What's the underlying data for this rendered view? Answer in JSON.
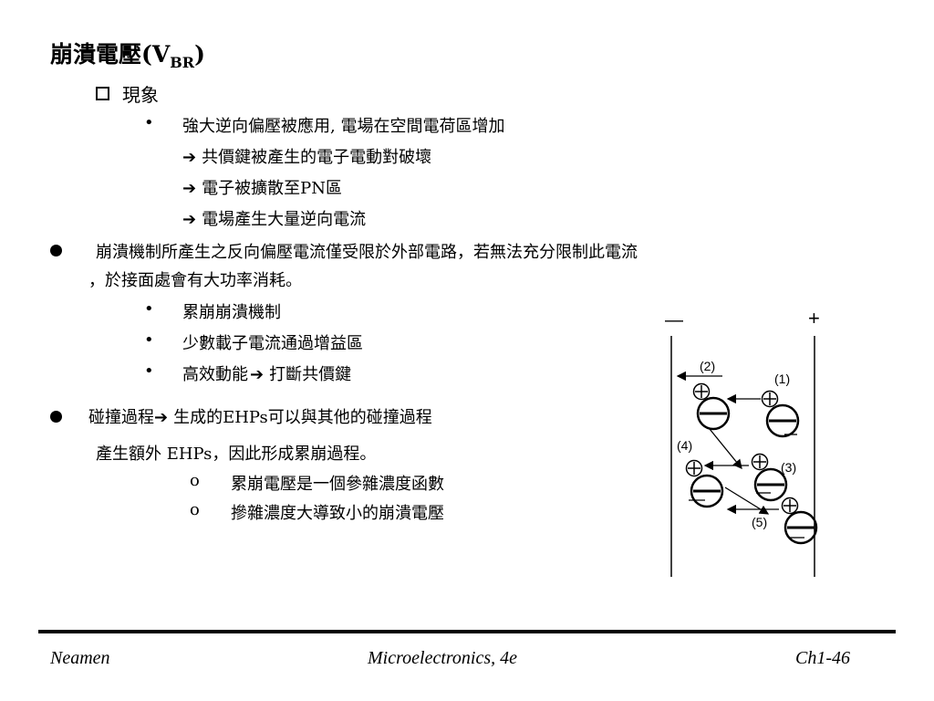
{
  "slide": {
    "title_main": "崩潰電壓(V",
    "title_sub": "BR",
    "title_close": ")",
    "section_label": "現象",
    "phenomena": [
      "強大逆向偏壓被應用, 電場在空間電荷區增加",
      "共價鍵被產生的電子電動對破壞",
      "電子被擴散至PN區",
      "電場產生大量逆向電流"
    ],
    "point2_line1": "崩潰機制所產生之反向偏壓電流僅受限於外部電路，若無法充分限制此電流",
    "point2_line2": "，於接面處會有大功率消耗。",
    "mechanisms": [
      "累崩崩潰機制",
      "少數載子電流通過增益區",
      "高效動能",
      "打斷共價鍵"
    ],
    "point3_before": "碰撞過程",
    "point3_after": "生成的EHPs可以與其他的碰撞過程",
    "point3_line2": "產生額外 EHPs，因此形成累崩過程。",
    "sub_marker": "o",
    "sub_items": [
      "累崩電壓是一個參雜濃度函數",
      "摻雜濃度大導致小的崩潰電壓"
    ]
  },
  "diagram": {
    "minus_label": "—",
    "plus_label": "+",
    "step_labels": [
      "(1)",
      "(2)",
      "(3)",
      "(4)",
      "(5)"
    ],
    "hole_symbol": "⊕",
    "electron_symbol": "⊖"
  },
  "footer": {
    "author": "Neamen",
    "book": "Microelectronics, 4e",
    "page": "Ch1-46"
  }
}
